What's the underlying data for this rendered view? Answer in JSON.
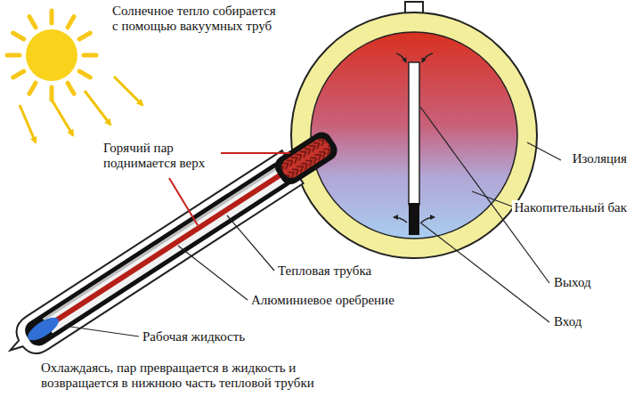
{
  "diagram": {
    "labels": [
      "Солнечное тепло собирается с помощью вакуумных труб",
      "Горячий пар поднимается верх",
      "Изоляция",
      "Накопительный бак",
      "Выход",
      "Вход",
      "Тепловая трубка",
      "Алюминиевое оребрение",
      "Рабочая жидкость",
      "Охлаждаясь, пар превращается в жидкость и возвращается в нижнюю часть тепловой трубки"
    ]
  }
}
